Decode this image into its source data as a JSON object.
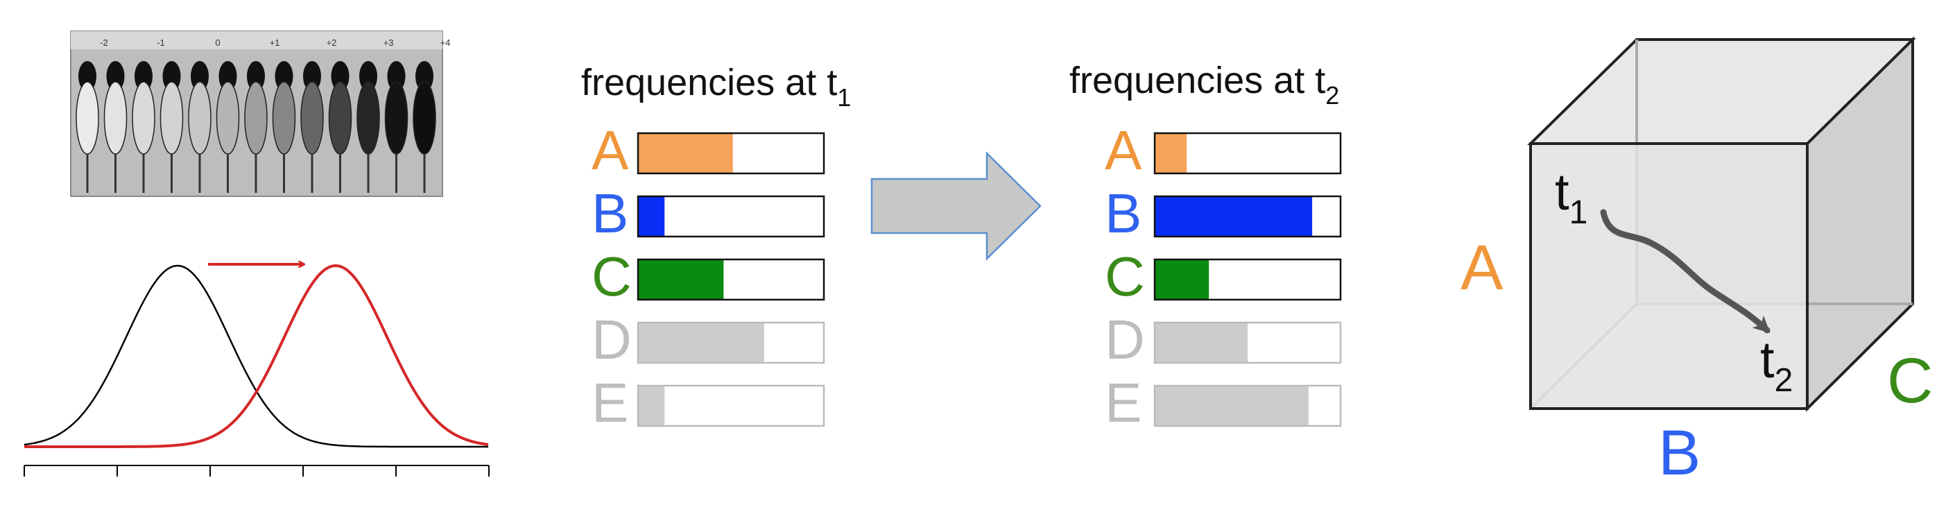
{
  "photo": {
    "caption_labels": [
      "-2",
      "-1",
      "0",
      "+1",
      "+2",
      "+3",
      "+4"
    ],
    "rat_darkness": [
      0.05,
      0.08,
      0.12,
      0.15,
      0.2,
      0.28,
      0.38,
      0.48,
      0.62,
      0.78,
      0.9,
      0.98,
      1.0
    ]
  },
  "distribution_plot": {
    "curve_before_color": "#000000",
    "curve_after_color": "#d62728",
    "shift_arrow_color": "#d62728",
    "tick_count": 6
  },
  "panel_t1": {
    "title_prefix": "frequencies at t",
    "title_subscript": "1",
    "rows": [
      {
        "label": "A",
        "fraction": 0.51,
        "color": "#f5a35a",
        "label_color": "#f0963a",
        "faded": false
      },
      {
        "label": "B",
        "fraction": 0.14,
        "color": "#0a2ef5",
        "label_color": "#2f62f0",
        "faded": false
      },
      {
        "label": "C",
        "fraction": 0.46,
        "color": "#0a8a10",
        "label_color": "#3a8a1a",
        "faded": false
      },
      {
        "label": "D",
        "fraction": 0.68,
        "color": "#cccccc",
        "label_color": "#bdbdbd",
        "faded": true
      },
      {
        "label": "E",
        "fraction": 0.14,
        "color": "#cccccc",
        "label_color": "#bdbdbd",
        "faded": true
      }
    ]
  },
  "panel_t2": {
    "title_prefix": "frequencies at t",
    "title_subscript": "2",
    "rows": [
      {
        "label": "A",
        "fraction": 0.17,
        "color": "#f5a35a",
        "label_color": "#f0963a",
        "faded": false
      },
      {
        "label": "B",
        "fraction": 0.85,
        "color": "#0a2ef5",
        "label_color": "#2f62f0",
        "faded": false
      },
      {
        "label": "C",
        "fraction": 0.29,
        "color": "#0a8a10",
        "label_color": "#3a8a1a",
        "faded": false
      },
      {
        "label": "D",
        "fraction": 0.5,
        "color": "#cccccc",
        "label_color": "#bdbdbd",
        "faded": true
      },
      {
        "label": "E",
        "fraction": 0.83,
        "color": "#cccccc",
        "label_color": "#bdbdbd",
        "faded": true
      }
    ]
  },
  "transition_arrow": {
    "fill": "#c8c8c8",
    "stroke": "#5b8fd0"
  },
  "cube": {
    "label_a": "A",
    "label_b": "B",
    "label_c": "C",
    "label_a_color": "#f0963a",
    "label_b_color": "#2f62f0",
    "label_c_color": "#3a8a1a",
    "start_letter": "t",
    "start_subscript": "1",
    "end_letter": "t",
    "end_subscript": "2"
  }
}
